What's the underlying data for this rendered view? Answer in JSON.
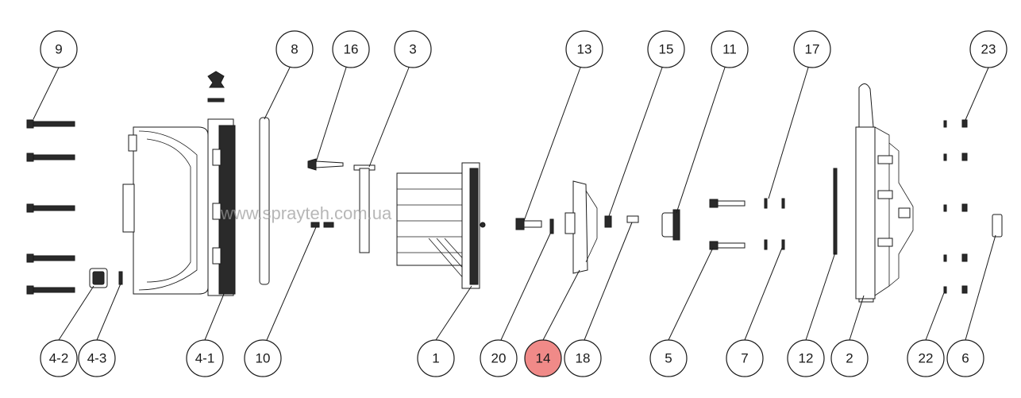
{
  "watermark": "www.sprayteh.com.ua",
  "highlight_color": "#f08a88",
  "callouts": [
    {
      "id": "9",
      "label": "9",
      "highlighted": false
    },
    {
      "id": "8",
      "label": "8",
      "highlighted": false
    },
    {
      "id": "16",
      "label": "16",
      "highlighted": false
    },
    {
      "id": "3",
      "label": "3",
      "highlighted": false
    },
    {
      "id": "13",
      "label": "13",
      "highlighted": false
    },
    {
      "id": "15",
      "label": "15",
      "highlighted": false
    },
    {
      "id": "11",
      "label": "11",
      "highlighted": false
    },
    {
      "id": "17",
      "label": "17",
      "highlighted": false
    },
    {
      "id": "23",
      "label": "23",
      "highlighted": false
    },
    {
      "id": "4-2",
      "label": "4-2",
      "highlighted": false
    },
    {
      "id": "4-3",
      "label": "4-3",
      "highlighted": false
    },
    {
      "id": "4-1",
      "label": "4-1",
      "highlighted": false
    },
    {
      "id": "10",
      "label": "10",
      "highlighted": false
    },
    {
      "id": "1",
      "label": "1",
      "highlighted": false
    },
    {
      "id": "20",
      "label": "20",
      "highlighted": false
    },
    {
      "id": "14",
      "label": "14",
      "highlighted": true
    },
    {
      "id": "18",
      "label": "18",
      "highlighted": false
    },
    {
      "id": "5",
      "label": "5",
      "highlighted": false
    },
    {
      "id": "7",
      "label": "7",
      "highlighted": false
    },
    {
      "id": "12",
      "label": "12",
      "highlighted": false
    },
    {
      "id": "2",
      "label": "2",
      "highlighted": false
    },
    {
      "id": "22",
      "label": "22",
      "highlighted": false
    },
    {
      "id": "6",
      "label": "6",
      "highlighted": false
    }
  ]
}
